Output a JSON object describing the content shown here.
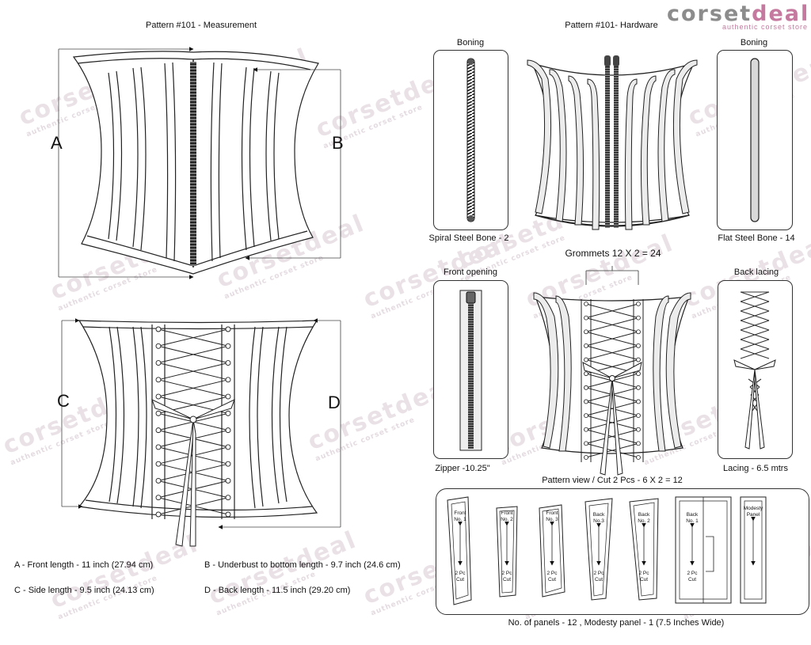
{
  "logo": {
    "part1": "corset",
    "part2": "deal",
    "tagline": "authentic corset store",
    "color1": "#8c8c8c",
    "color2": "#c5799f"
  },
  "watermark": {
    "word": "corsetdeal",
    "tagline": "authentic corset store"
  },
  "left": {
    "title": "Pattern #101 -  Measurement",
    "letters": {
      "a": "A",
      "b": "B",
      "c": "C",
      "d": "D"
    },
    "measurements": {
      "a": "A - Front length - 11 inch (27.94 cm)",
      "b": "B - Underbust to bottom length - 9.7 inch (24.6 cm)",
      "c": "C - Side length - 9.5  inch  (24.13 cm)",
      "d": "D - Back length - 11.5 inch (29.20 cm)"
    }
  },
  "right": {
    "title": "Pattern #101-  Hardware",
    "boning_left": {
      "header": "Boning",
      "caption": "Spiral Steel Bone - 2"
    },
    "boning_right": {
      "header": "Boning",
      "caption": "Flat Steel Bone - 14"
    },
    "grommets": "Grommets 12 X 2 = 24",
    "front_opening": {
      "header": "Front opening",
      "caption": "Zipper -10.25\""
    },
    "back_lacing": {
      "header": "Back lacing",
      "caption": "Lacing - 6.5 mtrs"
    },
    "pattern_view": "Pattern view  /  Cut 2 Pcs - 6 X 2 = 12",
    "panels_note": "No. of panels - 12  , Modesty panel - 1 (7.5 Inches Wide)",
    "panels": [
      {
        "line1": "Front",
        "line2": "No. 1",
        "cut1": "2 Pc",
        "cut2": "Cut"
      },
      {
        "line1": "Front",
        "line2": "No. 2",
        "cut1": "2 Pc",
        "cut2": "Cut"
      },
      {
        "line1": "Front",
        "line2": "No. 3",
        "cut1": "2 Pc",
        "cut2": "Cut"
      },
      {
        "line1": "Back",
        "line2": "No.3",
        "cut1": "2 Pc",
        "cut2": "Cut"
      },
      {
        "line1": "Back",
        "line2": "No. 2",
        "cut1": "2 Pc",
        "cut2": "Cut"
      },
      {
        "line1": "Back",
        "line2": "No. 1",
        "cut1": "2 Pc",
        "cut2": "Cut"
      },
      {
        "line1": "Modesty",
        "line2": "Panel",
        "cut1": "",
        "cut2": ""
      }
    ]
  }
}
